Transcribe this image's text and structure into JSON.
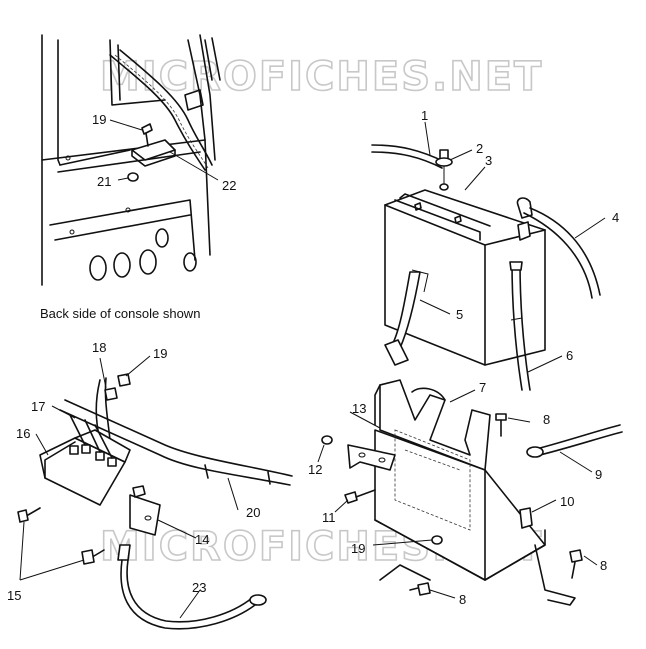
{
  "watermark": "MICROFICHES.NET",
  "caption": "Back side of console shown",
  "callouts": [
    {
      "id": "c1",
      "label": "1"
    },
    {
      "id": "c2",
      "label": "2"
    },
    {
      "id": "c3",
      "label": "3"
    },
    {
      "id": "c4",
      "label": "4"
    },
    {
      "id": "c5",
      "label": "5"
    },
    {
      "id": "c6",
      "label": "6"
    },
    {
      "id": "c7",
      "label": "7"
    },
    {
      "id": "c8a",
      "label": "8"
    },
    {
      "id": "c8b",
      "label": "8"
    },
    {
      "id": "c8c",
      "label": "8"
    },
    {
      "id": "c9",
      "label": "9"
    },
    {
      "id": "c10",
      "label": "10"
    },
    {
      "id": "c11",
      "label": "11"
    },
    {
      "id": "c12",
      "label": "12"
    },
    {
      "id": "c13",
      "label": "13"
    },
    {
      "id": "c14",
      "label": "14"
    },
    {
      "id": "c15",
      "label": "15"
    },
    {
      "id": "c16",
      "label": "16"
    },
    {
      "id": "c17",
      "label": "17"
    },
    {
      "id": "c18",
      "label": "18"
    },
    {
      "id": "c19a",
      "label": "19"
    },
    {
      "id": "c19b",
      "label": "19"
    },
    {
      "id": "c19c",
      "label": "19"
    },
    {
      "id": "c20",
      "label": "20"
    },
    {
      "id": "c21",
      "label": "21"
    },
    {
      "id": "c22",
      "label": "22"
    },
    {
      "id": "c23",
      "label": "23"
    }
  ]
}
